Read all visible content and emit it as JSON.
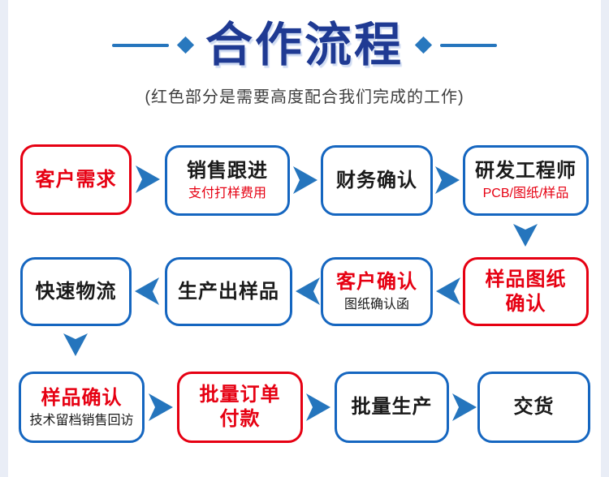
{
  "header": {
    "title": "合作流程",
    "subtitle": "(红色部分是需要高度配合我们完成的工作)"
  },
  "colors": {
    "title_navy": "#1f3a93",
    "box_border_blue": "#1566c0",
    "accent_red": "#e60012",
    "arrow_blue": "#2575bd",
    "diamond_blue": "#2878be",
    "text_black": "#1a1a1a",
    "subtitle_gray": "#3e3e3e",
    "page_margin": "#e9edf6"
  },
  "icons": {
    "right_arrow": "arrow-right-icon",
    "left_arrow": "arrow-left-icon",
    "down_arrow": "arrow-down-icon",
    "diamond": "diamond-icon"
  },
  "nodes": [
    {
      "title": "客户需求",
      "border": "red",
      "title_color": "red"
    },
    {
      "title": "销售跟进",
      "subtitle": "支付打样费用",
      "border": "blue",
      "title_color": "black",
      "subtitle_color": "red"
    },
    {
      "title": "财务确认",
      "border": "blue",
      "title_color": "black"
    },
    {
      "title": "研发工程师",
      "subtitle": "PCB/图纸/样品",
      "border": "blue",
      "title_color": "black",
      "subtitle_color": "red"
    },
    {
      "title": "样品图纸\n确认",
      "border": "red",
      "title_color": "red"
    },
    {
      "title": "客户确认",
      "subtitle": "图纸确认函",
      "border": "blue",
      "title_color": "red",
      "subtitle_color": "black"
    },
    {
      "title": "生产出样品",
      "border": "blue",
      "title_color": "black"
    },
    {
      "title": "快速物流",
      "border": "blue",
      "title_color": "black"
    },
    {
      "title": "样品确认",
      "subtitle": "技术留档销售回访",
      "border": "blue",
      "title_color": "red",
      "subtitle_color": "black"
    },
    {
      "title": "批量订单\n付款",
      "border": "red",
      "title_color": "red"
    },
    {
      "title": "批量生产",
      "border": "blue",
      "title_color": "black"
    },
    {
      "title": "交货",
      "border": "blue",
      "title_color": "black"
    }
  ]
}
